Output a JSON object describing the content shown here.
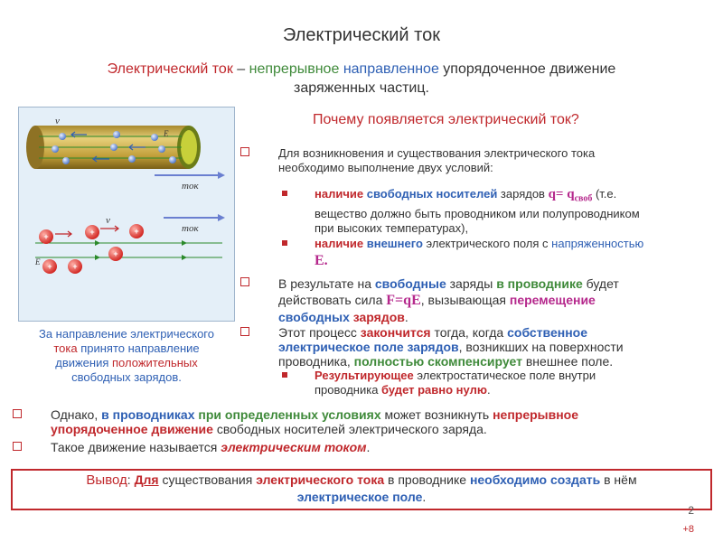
{
  "title": "Электрический ток",
  "definition": {
    "term": "Электрический ток",
    "dash": " – ",
    "w1": "непрерывное",
    "w2": "направленное",
    "w3": " упорядоченное движение",
    "line2": "заряженных частиц."
  },
  "question": "Почему появляется электрический ток?",
  "figure": {
    "v_label": "v",
    "e_label": "E",
    "current_label": "ток"
  },
  "caption": {
    "l1": "За направление электрического",
    "l2a": "тока",
    "l2b": " принято направление",
    "l3a": "движения ",
    "l3b": "положительных",
    "l4": "свободных зарядов."
  },
  "conditions": {
    "intro_l1": "Для возникновения и существования электрического тока",
    "intro_l2": "необходимо выполнение двух условий:",
    "c1_a": "наличие ",
    "c1_b": "свободных носителей",
    "c1_c": " зарядов ",
    "c1_formula": "q= q",
    "c1_sub": "своб",
    "c1_d": " (т.е.",
    "c1_l2": "вещество должно быть проводником или полупроводником",
    "c1_l3": "при высоких температурах),",
    "c2_a": "наличие ",
    "c2_b": "внешнего",
    "c2_c": " электрического поля с ",
    "c2_d": "напряженностью",
    "c2_E": "E."
  },
  "force": {
    "a": "В результате на ",
    "b": "свободные",
    "c": " заряды ",
    "d": "в проводнике",
    "e": " будет",
    "l2a": "действовать сила ",
    "l2f": "F=qE",
    "l2b": ", вызывающая ",
    "l2c": "перемещение",
    "l3a": "свободных",
    "l3b": " зарядов",
    "l3c": "."
  },
  "process": {
    "a": "Этот процесс ",
    "b": "закончится",
    "c": " тогда, когда ",
    "d": "собственное",
    "l2a": "электрическое поле зарядов",
    "l2b": ", возникших на поверхности",
    "l3a": "проводника, ",
    "l3b": "полностью скомпенсирует",
    "l3c": " внешнее поле.",
    "r_a": "Результирующее",
    "r_b": " электростатическое поле",
    "r_c": " внутри",
    "r_l2a": "проводника ",
    "r_l2b": "будет равно нулю",
    "r_l2c": "."
  },
  "however": {
    "a": "Однако, ",
    "b": "в проводниках",
    "c": " при определенных условиях",
    "d": " может возникнуть ",
    "e": "непрерывное",
    "l2a": "упорядоченное движение",
    "l2b": " свободных носителей электрического заряда."
  },
  "such": {
    "a": "Такое движение называется ",
    "b": "электрическим током",
    "c": "."
  },
  "conclusion": {
    "a": "Вывод",
    "b": ": ",
    "c": "Для",
    "d": " существования ",
    "e": "электрического тока",
    "f": " в проводнике ",
    "g": "необходимо создать",
    "h": " в нём",
    "l2": "электрическое поле",
    "l2end": "."
  },
  "page": {
    "number": "2",
    "extra": "+8"
  },
  "colors": {
    "accent_red": "#c0282c",
    "accent_blue": "#2f60b4",
    "accent_green": "#3f8a3a",
    "accent_pink": "#b5288c"
  }
}
